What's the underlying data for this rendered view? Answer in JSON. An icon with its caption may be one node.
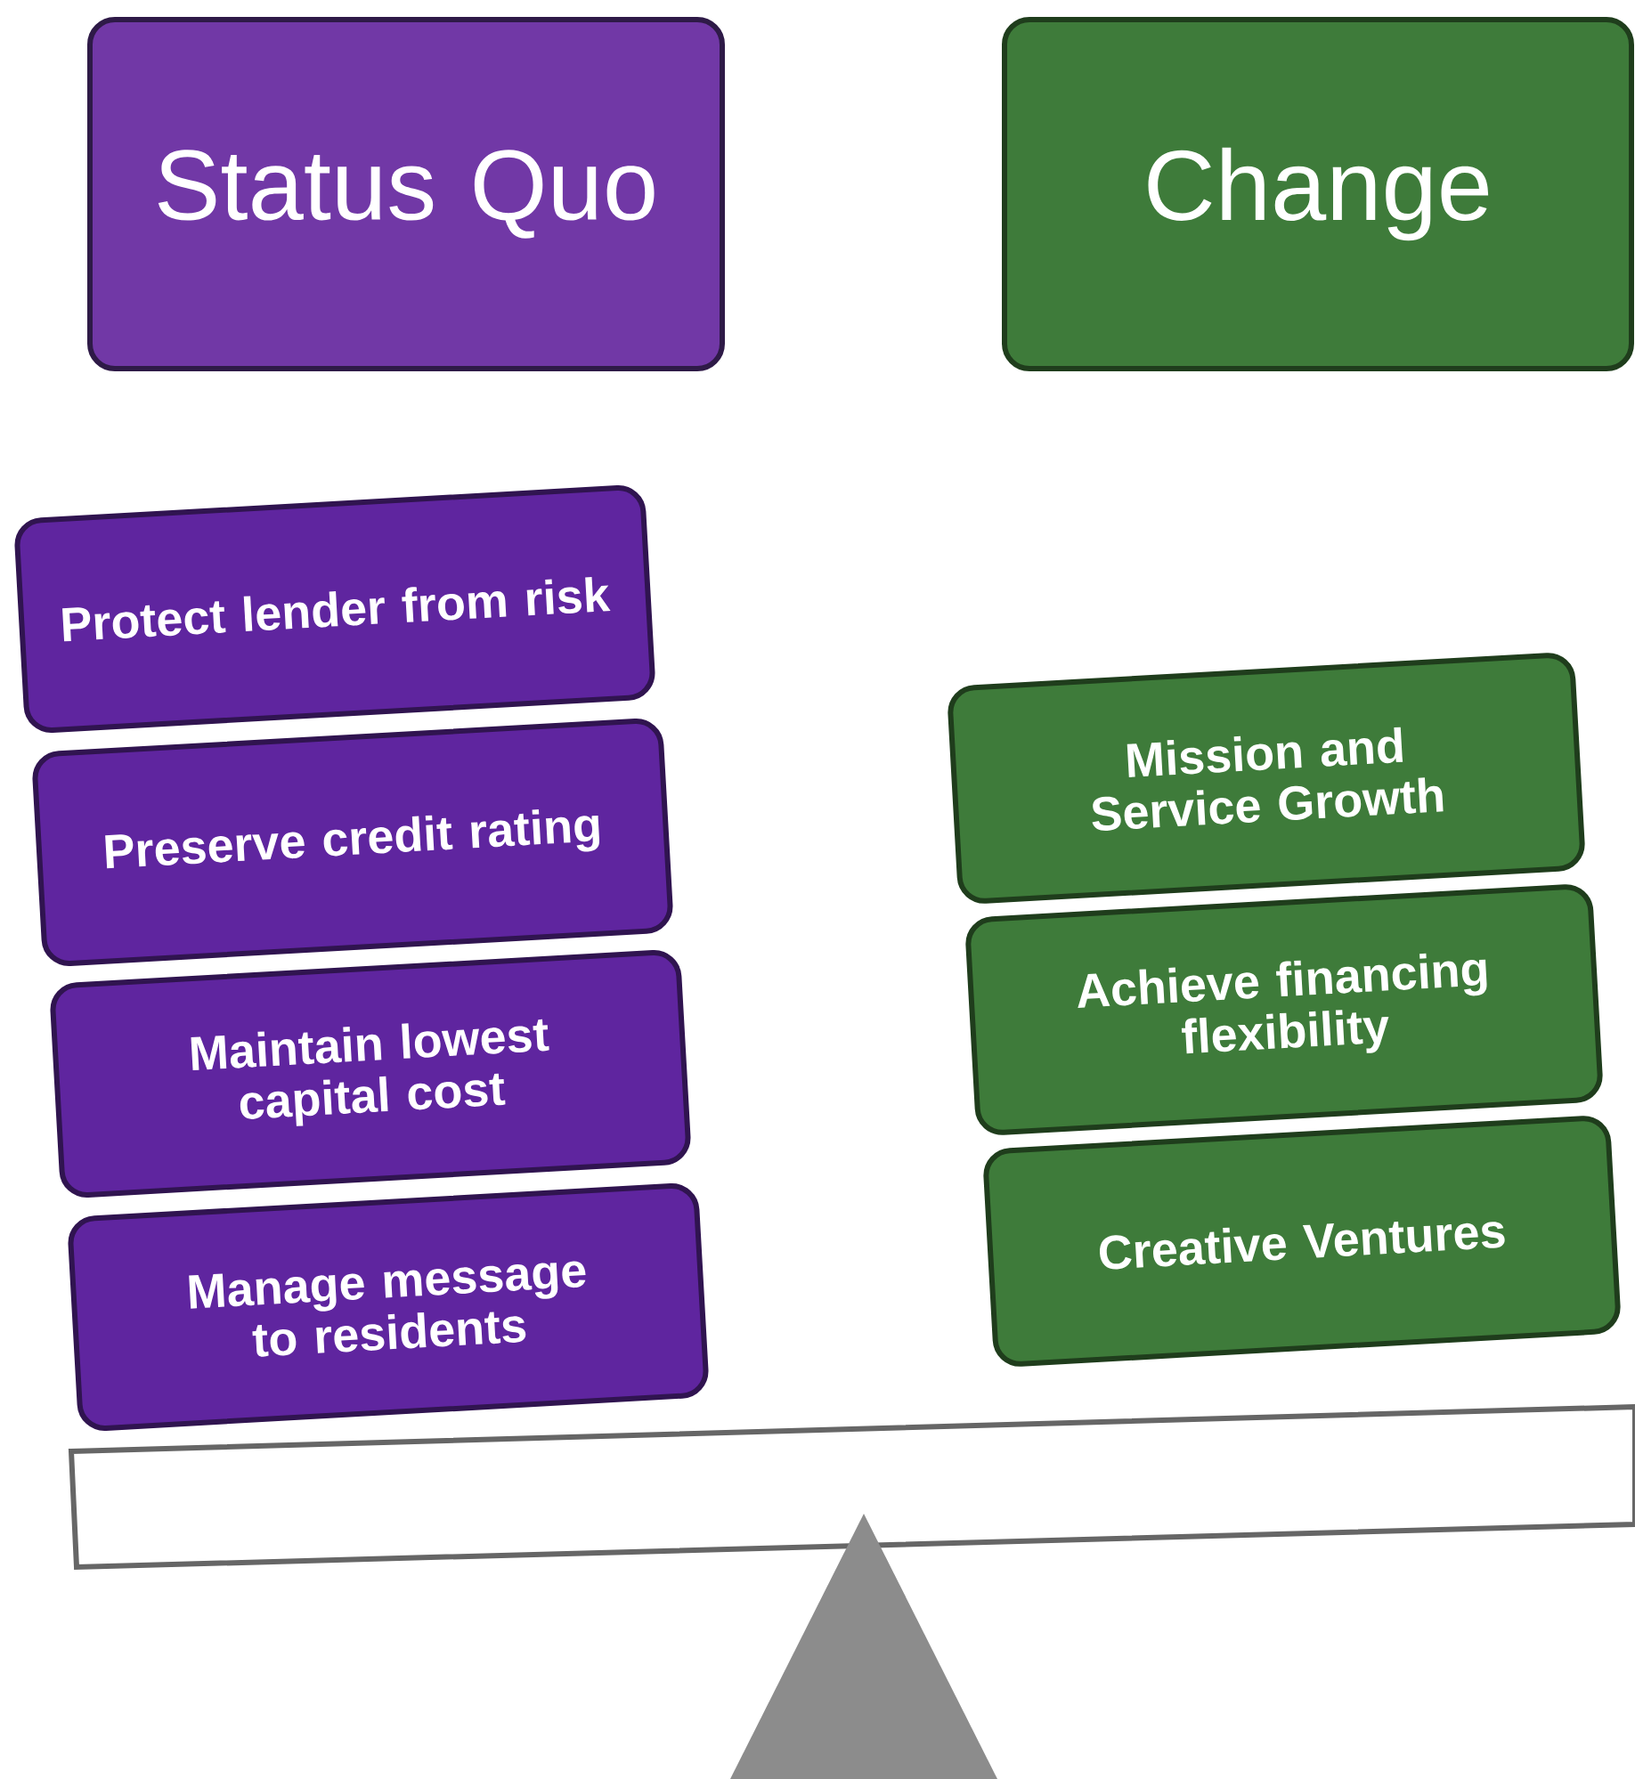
{
  "diagram": {
    "nodes": [
      {
        "text": [
          "Status Quo"
        ]
      },
      {
        "text": [
          "Change"
        ]
      },
      {
        "text": [
          "Protect lender from risk"
        ]
      },
      {
        "text": [
          "Preserve credit rating"
        ]
      },
      {
        "text": [
          "Maintain lowest capital cost"
        ]
      },
      {
        "text": [
          "Manage message to residents"
        ]
      },
      {
        "text": [
          "Mission and Service Growth"
        ]
      },
      {
        "text": [
          "Achieve financing flexibility"
        ]
      },
      {
        "text": [
          "Creative Ventures"
        ]
      }
    ]
  }
}
